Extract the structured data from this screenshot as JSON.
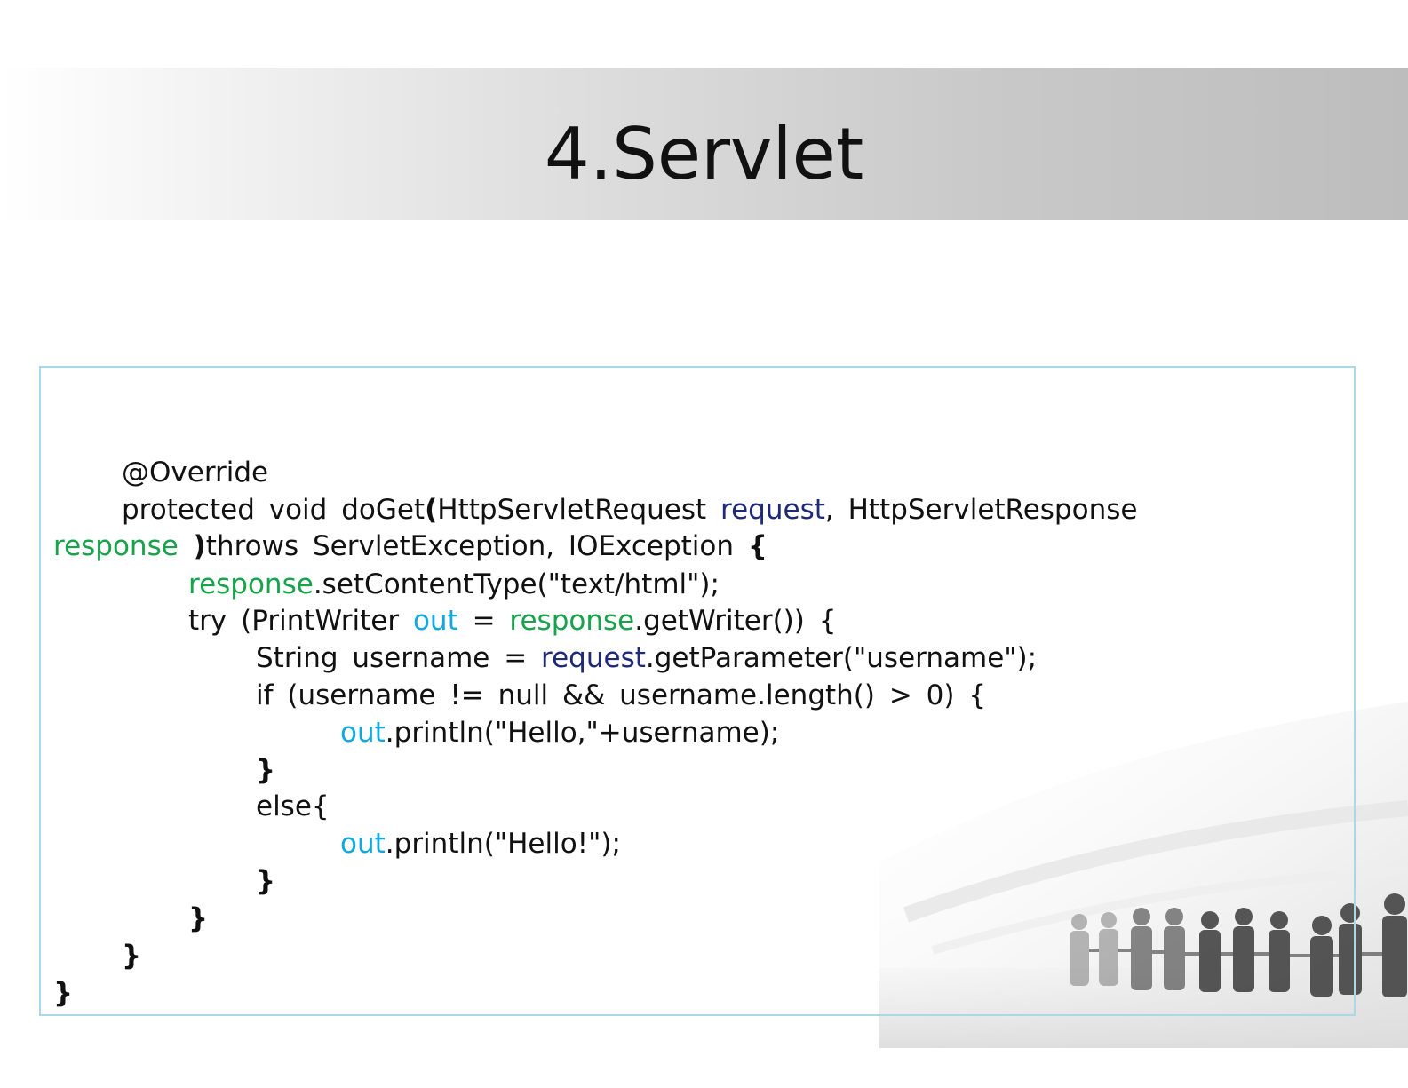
{
  "slide": {
    "title": "4.Servlet"
  },
  "colors": {
    "field": "#16a34a",
    "param": "#1e2a78",
    "variable": "#11a8e0",
    "border": "#a9d8e6"
  },
  "code": {
    "l1": {
      "a": "@Override"
    },
    "l2": {
      "a": "protected void doGet",
      "b": "(",
      "c": "HttpServletRequest ",
      "d": "request",
      "e": ", HttpServletResponse"
    },
    "l3": {
      "a": "response",
      "b": " )",
      "c": "throws ServletException, IOException ",
      "d": "{"
    },
    "l4": {
      "a": "response",
      "b": ".setContentType(\"text/html\");"
    },
    "l5": {
      "a": "try (PrintWriter ",
      "b": "out",
      "c": " = ",
      "d": "response",
      "e": ".getWriter()) {"
    },
    "l6": {
      "a": "String username = ",
      "b": "request",
      "c": ".getParameter(\"username\");"
    },
    "l7": {
      "a": "if (username != null && username.length() > 0) {"
    },
    "l8": {
      "a": "out",
      "b": ".println(\"Hello,\"+username);"
    },
    "l9": {
      "a": "}"
    },
    "l10": {
      "a": "else{"
    },
    "l11": {
      "a": "out",
      "b": ".println(\"Hello!\");"
    },
    "l12": {
      "a": "}"
    },
    "l13": {
      "a": "}"
    },
    "l14": {
      "a": "}"
    },
    "l15": {
      "a": "}"
    }
  }
}
